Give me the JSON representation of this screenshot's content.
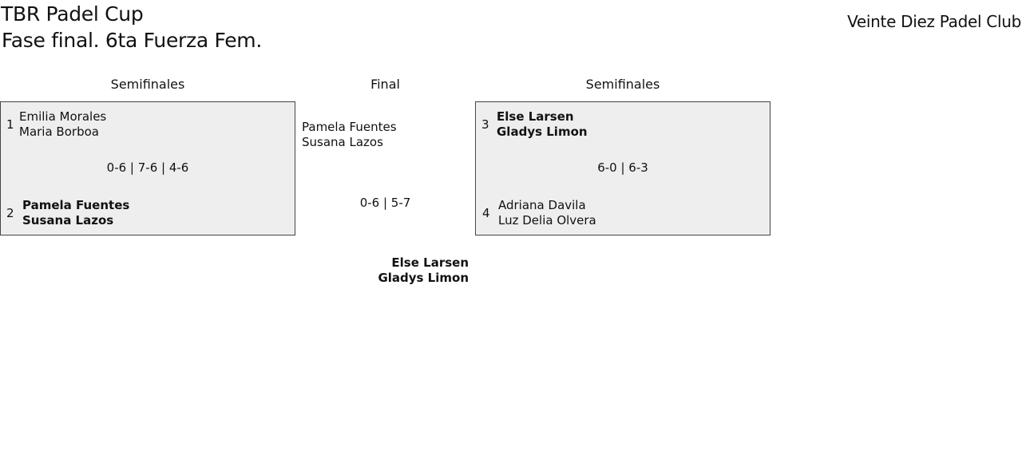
{
  "header": {
    "title": "TBR Padel Cup",
    "subtitle": "Fase final. 6ta Fuerza Fem.",
    "club": "Veinte Diez Padel Club"
  },
  "rounds": {
    "left": "Semifinales",
    "final": "Final",
    "right": "Semifinales"
  },
  "semifinal_left": {
    "team1": {
      "seed": "1",
      "player1": "Emilia Morales",
      "player2": "Maria Borboa"
    },
    "score": "0-6 | 7-6 | 4-6",
    "team2": {
      "seed": "2",
      "player1": "Pamela Fuentes",
      "player2": "Susana Lazos"
    }
  },
  "semifinal_right": {
    "team1": {
      "seed": "3",
      "player1": "Else Larsen",
      "player2": "Gladys Limon"
    },
    "score": "6-0 | 6-3",
    "team2": {
      "seed": "4",
      "player1": "Adriana Davila",
      "player2": "Luz Delia Olvera"
    }
  },
  "final": {
    "team_top": {
      "player1": "Pamela Fuentes",
      "player2": "Susana Lazos"
    },
    "score": "0-6 | 5-7",
    "team_bottom": {
      "player1": "Else Larsen",
      "player2": "Gladys Limon"
    }
  }
}
